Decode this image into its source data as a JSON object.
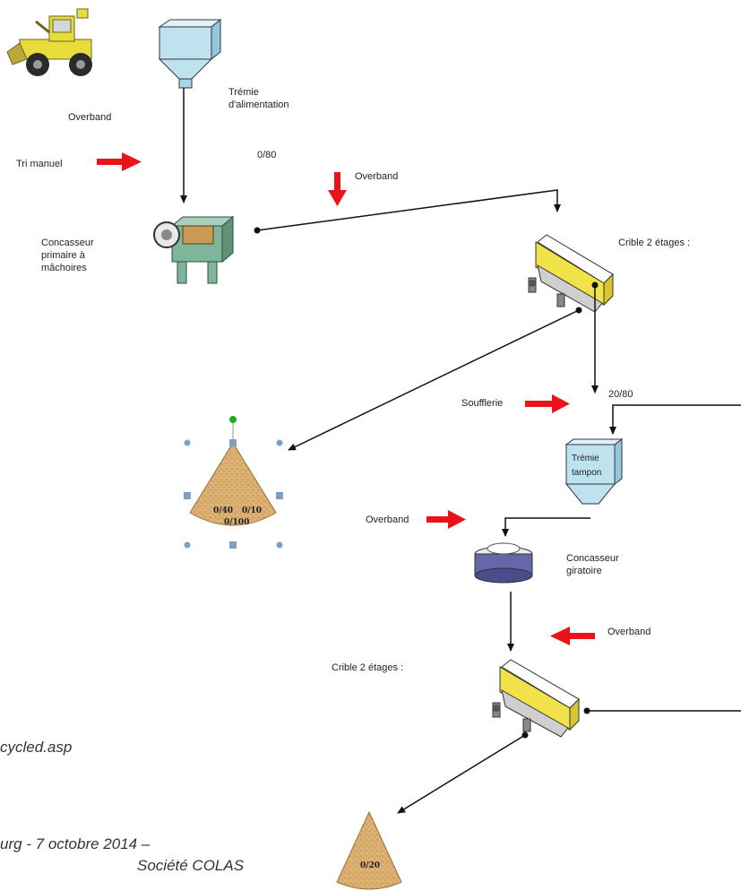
{
  "labels": {
    "overband_1": "Overband",
    "tremie_alimentation": "Trémie\nd'alimentation",
    "tri_manuel": "Tri manuel",
    "size_0_80": "0/80",
    "overband_2": "Overband",
    "concasseur_primaire": "Concasseur\nprimaire à\nmâchoires",
    "crible_1": "Crible 2 étages :",
    "soufflerie": "Soufflerie",
    "size_20_80": "20/80",
    "tremie_tampon": "Trémie\ntampon",
    "overband_3": "Overband",
    "concasseur_giratoire": "Concasseur\ngiratoire",
    "overband_4": "Overband",
    "crible_2": "Crible 2 étages :",
    "pile_1_a": "0/40",
    "pile_1_b": "0/10",
    "pile_1_c": "0/100",
    "pile_2": "0/20"
  },
  "footer": {
    "line_1": "cycled.asp",
    "line_2": "urg - 7 octobre 2014 –",
    "line_3": "Société COLAS"
  },
  "colors": {
    "arrow_red": "#e8141a",
    "connector": "#111111",
    "hopper_fill": "#bfe3ee",
    "crible_yellow": "#f2e24a",
    "pile_sand": "#d8aa68",
    "selection_handle": "#7f9fc0",
    "rotation_handle": "#22aa22"
  }
}
